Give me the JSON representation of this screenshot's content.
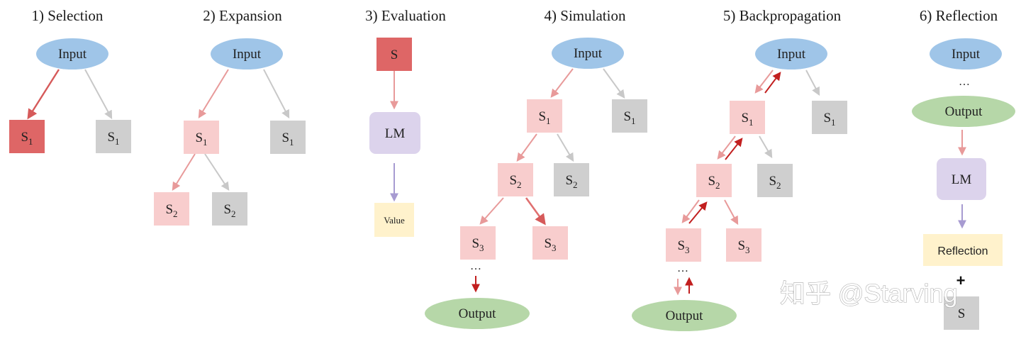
{
  "panels": {
    "selection": {
      "title": "1) Selection",
      "input": "Input",
      "left": {
        "base": "S",
        "sub": "1"
      },
      "right": {
        "base": "S",
        "sub": "1"
      }
    },
    "expansion": {
      "title": "2) Expansion",
      "input": "Input",
      "s1_left": {
        "base": "S",
        "sub": "1"
      },
      "s1_right": {
        "base": "S",
        "sub": "1"
      },
      "s2_left": {
        "base": "S",
        "sub": "2"
      },
      "s2_right": {
        "base": "S",
        "sub": "2"
      }
    },
    "evaluation": {
      "title": "3) Evaluation",
      "state": "S",
      "lm": "LM",
      "value": "Value"
    },
    "simulation": {
      "title": "4) Simulation",
      "input": "Input",
      "s1_left": {
        "base": "S",
        "sub": "1"
      },
      "s1_right": {
        "base": "S",
        "sub": "1"
      },
      "s2_left": {
        "base": "S",
        "sub": "2"
      },
      "s2_right": {
        "base": "S",
        "sub": "2"
      },
      "s3_left": {
        "base": "S",
        "sub": "3"
      },
      "s3_right": {
        "base": "S",
        "sub": "3"
      },
      "ellipsis": "…",
      "output": "Output"
    },
    "backpropagation": {
      "title": "5) Backpropagation",
      "input": "Input",
      "s1_left": {
        "base": "S",
        "sub": "1"
      },
      "s1_right": {
        "base": "S",
        "sub": "1"
      },
      "s2_left": {
        "base": "S",
        "sub": "2"
      },
      "s2_right": {
        "base": "S",
        "sub": "2"
      },
      "s3_left": {
        "base": "S",
        "sub": "3"
      },
      "s3_right": {
        "base": "S",
        "sub": "3"
      },
      "ellipsis": "…",
      "output": "Output"
    },
    "reflection": {
      "title": "6) Reflection",
      "input": "Input",
      "ellipsis": "…",
      "output": "Output",
      "lm": "LM",
      "reflection": "Reflection",
      "plus": "+",
      "state": "S"
    }
  },
  "watermark": "知乎 @Starving",
  "colors": {
    "selected_red": "#de6666",
    "explored_pink": "#f8cdcd",
    "unexplored_gray": "#cfcfcf",
    "input_blue": "#9fc5e8",
    "output_green": "#b6d7a8",
    "lm_lavender": "#dcd3ec",
    "value_yellow": "#fff2cc",
    "edge_pink": "#e89a9a",
    "edge_gray": "#c8c8c8",
    "edge_red": "#c21f1f",
    "edge_lavender": "#a79bd1"
  }
}
